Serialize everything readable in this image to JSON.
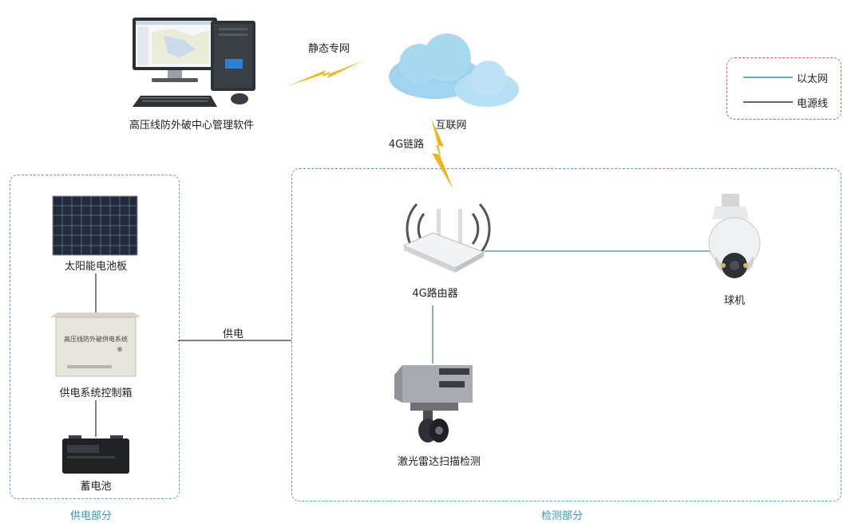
{
  "nodes": {
    "center": "高压线防外破中心管理软件",
    "private_net": "静态专网",
    "internet": "互联网",
    "link_4g": "4G链路",
    "router": "4G路由器",
    "camera": "球机",
    "lidar": "激光雷达扫描检测",
    "solar": "太阳能电池板",
    "control_box": "供电系统控制箱",
    "box_label": "高压线防外破供电系统",
    "battery": "蓄电池",
    "power_supply": "供电"
  },
  "sections": {
    "power": "供电部分",
    "detection": "检测部分"
  },
  "legend": {
    "ethernet": "以太网",
    "power_line": "电源线"
  },
  "colors": {
    "ethernet": "#3f8ea3",
    "power_line": "#333333",
    "section_border": "#4aa9b8",
    "legend_border": "#e05a4f",
    "lightning": "#f2b41c"
  }
}
